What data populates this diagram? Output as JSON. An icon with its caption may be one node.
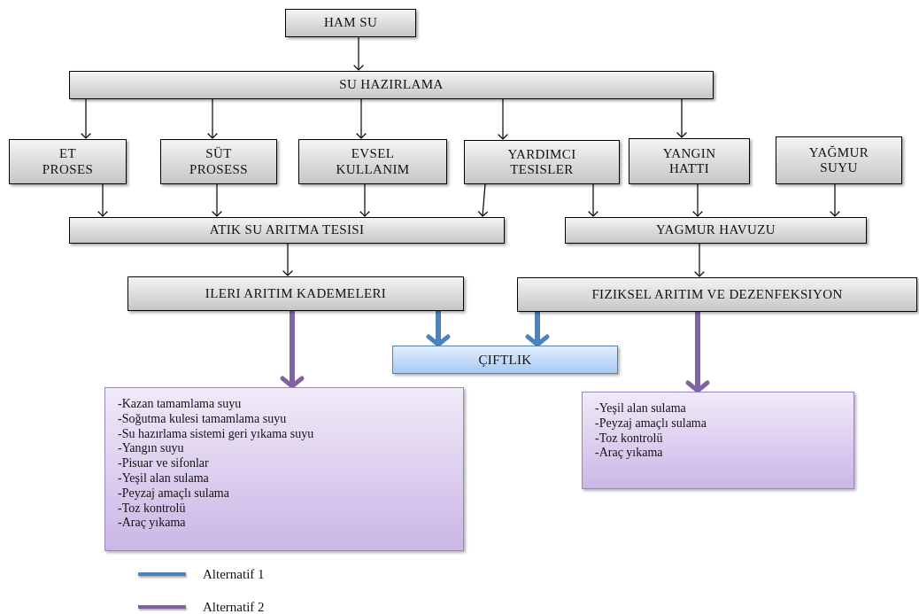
{
  "diagram": {
    "nodes": [
      {
        "text": [
          "HAM SU"
        ]
      },
      {
        "text": [
          "SU HAZIRLAMA"
        ]
      },
      {
        "text": [
          "ET PROSES"
        ]
      },
      {
        "text": [
          "SÜT PROSESS"
        ]
      },
      {
        "text": [
          "EVSEL KULLANIM"
        ]
      },
      {
        "text": [
          "YARDIMCI TESISLER"
        ]
      },
      {
        "text": [
          "YANGIN HATTI"
        ]
      },
      {
        "text": [
          "YAĞMUR SUYU"
        ]
      },
      {
        "text": [
          "ATIK SU ARITMA TESISI"
        ]
      },
      {
        "text": [
          "YAGMUR HAVUZU"
        ]
      },
      {
        "text": [
          "ILERI ARITIM KADEMELERI"
        ]
      },
      {
        "text": [
          "FIZIKSEL ARITIM VE DEZENFEKSIYON"
        ]
      },
      {
        "text": [
          "ÇIFTLIK"
        ]
      },
      {
        "text": [
          "-Kazan tamamlama suyu",
          "-Soğutma kulesi tamamlama suyu",
          "-Su hazırlama sistemi geri yıkama suyu",
          "-Yangın suyu",
          "-Pisuar ve sifonlar",
          "-Yeşil alan sulama",
          "-Peyzaj amaçlı sulama",
          "-Toz kontrolü",
          "-Araç yıkama"
        ]
      },
      {
        "text": [
          "-Yeşil alan sulama",
          "-Peyzaj amaçlı sulama",
          "-Toz kontrolü",
          "-Araç yıkama"
        ]
      }
    ],
    "edges": [
      {
        "from": 0,
        "to": 1,
        "arrow": "to"
      },
      {
        "from": 1,
        "to": 2,
        "arrow": "to"
      },
      {
        "from": 1,
        "to": 3,
        "arrow": "to"
      },
      {
        "from": 1,
        "to": 4,
        "arrow": "to"
      },
      {
        "from": 1,
        "to": 5,
        "arrow": "to"
      },
      {
        "from": 1,
        "to": 6,
        "arrow": "to"
      },
      {
        "from": 2,
        "to": 8,
        "arrow": "to"
      },
      {
        "from": 3,
        "to": 8,
        "arrow": "to"
      },
      {
        "from": 4,
        "to": 8,
        "arrow": "to"
      },
      {
        "from": 5,
        "to": 8,
        "arrow": "to"
      },
      {
        "from": 5,
        "to": 9,
        "arrow": "to"
      },
      {
        "from": 6,
        "to": 9,
        "arrow": "to"
      },
      {
        "from": 7,
        "to": 9,
        "arrow": "to"
      },
      {
        "from": 8,
        "to": 10,
        "arrow": "to"
      },
      {
        "from": 9,
        "to": 11,
        "arrow": "to"
      },
      {
        "from": 10,
        "to": 12,
        "arrow": "to",
        "style": "thick",
        "color": "#4f81bd"
      },
      {
        "from": 11,
        "to": 12,
        "arrow": "to",
        "style": "thick",
        "color": "#4f81bd"
      },
      {
        "from": 10,
        "to": 13,
        "arrow": "to",
        "style": "thick",
        "color": "#8064a2"
      },
      {
        "from": 11,
        "to": 14,
        "arrow": "to",
        "style": "thick",
        "color": "#8064a2"
      }
    ],
    "legend": [
      {
        "text": "Alternatif 1",
        "color": "#4f81bd"
      },
      {
        "text": "Alternatif 2",
        "color": "#8064a2"
      }
    ]
  }
}
